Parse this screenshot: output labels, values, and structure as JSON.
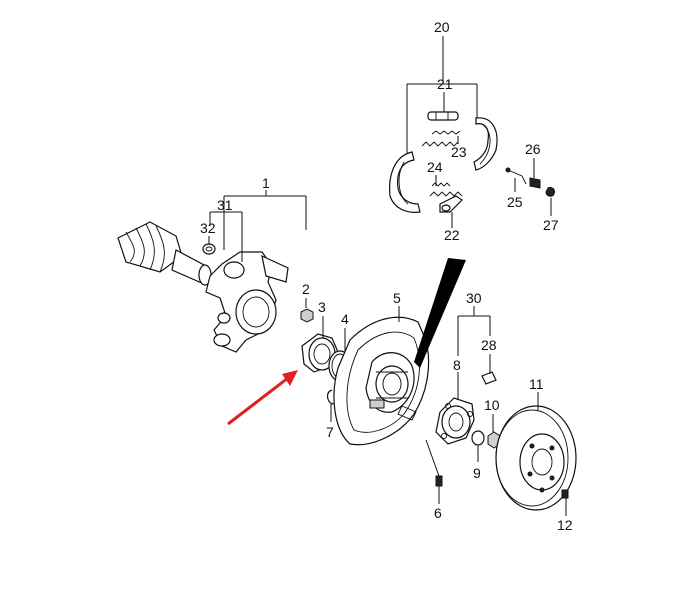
{
  "diagram": {
    "callouts": {
      "c1": "1",
      "c2": "2",
      "c3": "3",
      "c4": "4",
      "c5": "5",
      "c6": "6",
      "c7": "7",
      "c8": "8",
      "c9": "9",
      "c10": "10",
      "c11": "11",
      "c12": "12",
      "c20": "20",
      "c21": "21",
      "c22": "22",
      "c23": "23",
      "c24": "24",
      "c25": "25",
      "c26": "26",
      "c27": "27",
      "c28": "28",
      "c30": "30",
      "c31": "31",
      "c32": "32"
    },
    "colors": {
      "line": "#111111",
      "highlight_arrow": "#e02020",
      "shading": "#cfcfcf",
      "background": "#ffffff"
    },
    "icons": {
      "pointer": "red-arrow-icon",
      "zoom_wedge": "black-wedge-icon"
    }
  }
}
